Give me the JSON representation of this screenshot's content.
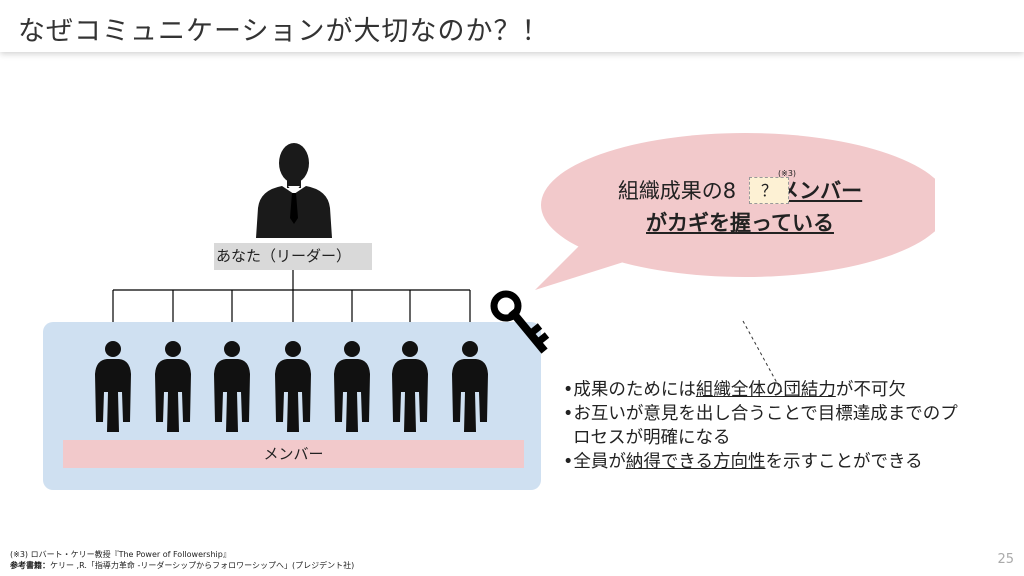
{
  "title": "なぜコミュニケーションが大切なのか？！",
  "leader_label": "あなた（リーダー）",
  "member_label": "メンバー",
  "bubble": {
    "line1_prefix": "組織成果の8",
    "qmark": "？",
    "note_mark": "(※3)",
    "line1_suffix": "メンバー",
    "line2": "がカギを握っている"
  },
  "bullets": [
    {
      "parts": [
        "•成果のためには",
        "組織全体の団結力",
        "が不可欠"
      ]
    },
    {
      "parts": [
        "•お互いが意見を出し合うことで目標達成までのプ"
      ]
    },
    {
      "parts": [
        "ロセスが明確になる"
      ]
    },
    {
      "parts": [
        "•全員が",
        "納得できる方向性",
        "を示すことができる"
      ]
    }
  ],
  "footnote": {
    "line1": "(※3) ロバート・ケリー教授『The Power of Followership』",
    "line2_bold": "参考書籍：",
    "line2": "ケリー ,R.「指導力革命 -リーダーシップからフォロワーシップへ」(プレジデント社)"
  },
  "page_number": "25",
  "colors": {
    "member_panel": "#cfe0f1",
    "member_label": "#f2c9cb",
    "bubble": "#f2c9cb",
    "leader_label": "#d9d9d9"
  },
  "icons": [
    "leader-silhouette-icon",
    "member-silhouette-icon",
    "key-icon",
    "speech-bubble"
  ]
}
